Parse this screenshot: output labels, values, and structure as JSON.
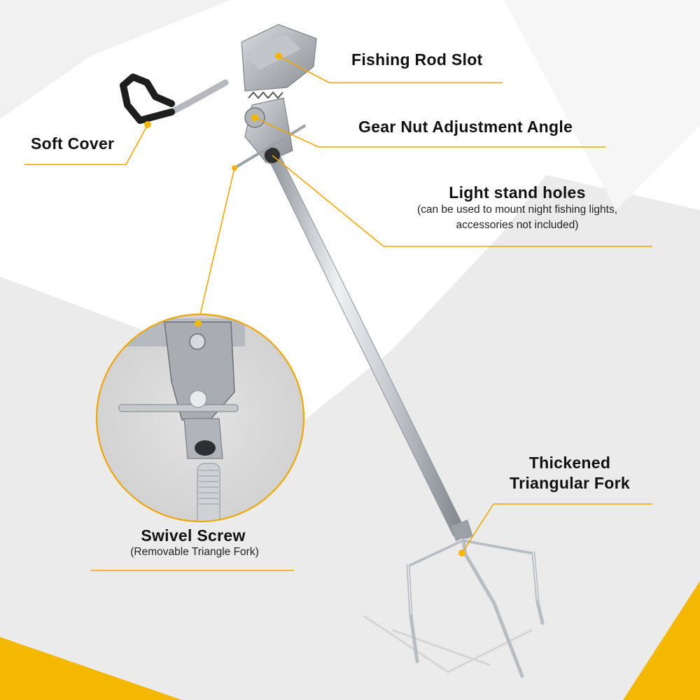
{
  "colors": {
    "accent": "#f5b800",
    "line": "#f0a500",
    "bg_gray": "#e9e9e9",
    "metal": "#b7bcc2"
  },
  "callouts": {
    "fishing_rod_slot": {
      "title": "Fishing Rod Slot"
    },
    "gear_nut": {
      "title": "Gear Nut Adjustment Angle"
    },
    "soft_cover": {
      "title": "Soft Cover"
    },
    "light_stand": {
      "title": "Light stand holes",
      "note_line1": "(can be used to mount night fishing lights,",
      "note_line2": "accessories not included)"
    },
    "thickened_fork": {
      "title_line1": "Thickened",
      "title_line2": "Triangular Fork"
    },
    "swivel_screw": {
      "title": "Swivel Screw",
      "note": "(Removable Triangle Fork)"
    }
  },
  "icons": [
    "rod-holder-icon",
    "magnifier-detail-icon",
    "trident-fork-icon"
  ]
}
